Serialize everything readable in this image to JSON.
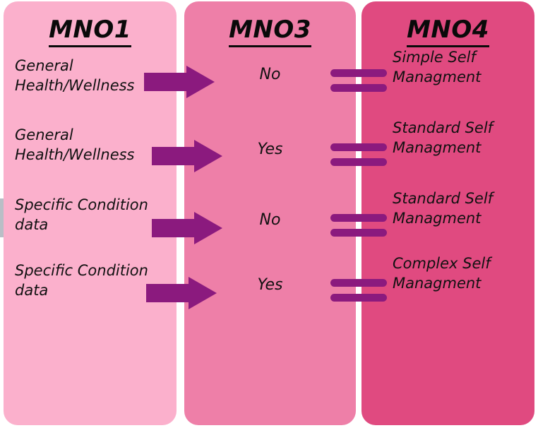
{
  "diagram": {
    "type": "decision-flow",
    "columns": [
      {
        "id": "mno1",
        "header": "MNO1",
        "fill_color": "#FBB0CC",
        "border_color": "#E03ECD",
        "items": [
          {
            "text": "General\nHealth/Wellness"
          },
          {
            "text": "General\nHealth/Wellness"
          },
          {
            "text": "Specific Condition\ndata"
          },
          {
            "text": "Specific Condition\ndata"
          }
        ]
      },
      {
        "id": "mno3",
        "header": "MNO3",
        "fill_color": "#EE7FA8",
        "border_color": "#A8499F",
        "items": [
          {
            "text": "No"
          },
          {
            "text": "Yes"
          },
          {
            "text": "No"
          },
          {
            "text": "Yes"
          }
        ]
      },
      {
        "id": "mno4",
        "header": "MNO4",
        "fill_color": "#E04A80",
        "border_color": "#8E1B7E",
        "items": [
          {
            "text": "Simple Self\nManagment"
          },
          {
            "text": "Standard Self\nManagment"
          },
          {
            "text": "Standard Self\nManagment"
          },
          {
            "text": "Complex Self\nManagment"
          }
        ]
      }
    ],
    "connectors": {
      "arrow_color": "#8B1A7E",
      "bar_color": "#8B1A7E",
      "arrows": [
        {
          "from": "General Health/Wellness",
          "to": "No"
        },
        {
          "from": "General Health/Wellness",
          "to": "Yes"
        },
        {
          "from": "Specific Condition data",
          "to": "No"
        },
        {
          "from": "Specific Condition data",
          "to": "Yes"
        }
      ],
      "bars": [
        {
          "from": "No",
          "to": "Simple Self Managment"
        },
        {
          "from": "Yes",
          "to": "Standard Self Managment"
        },
        {
          "from": "No",
          "to": "Standard Self Managment"
        },
        {
          "from": "Yes",
          "to": "Complex Self Managment"
        }
      ]
    }
  }
}
